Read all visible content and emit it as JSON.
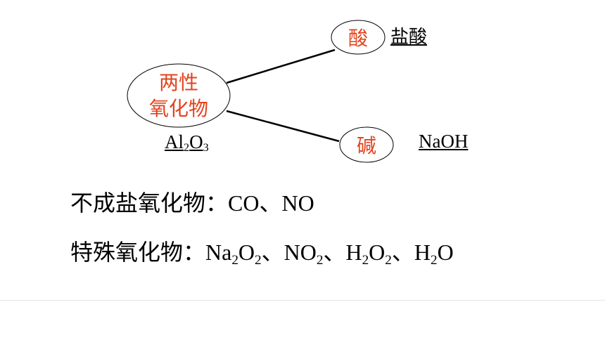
{
  "diagram": {
    "center": {
      "line1": "两性",
      "line2": "氧化物"
    },
    "acid": {
      "label": "酸",
      "example": "盐酸"
    },
    "base": {
      "label": "碱",
      "example": "NaOH"
    },
    "center_example": {
      "el1": "Al",
      "sub1": "2",
      "el2": "O",
      "sub2": "3"
    },
    "node_text_color": "#e2431d",
    "line_color": "#000000"
  },
  "notes": {
    "non_salt": {
      "label": "不成盐氧化物：",
      "items": "CO、NO"
    },
    "special": {
      "label": "特殊氧化物：",
      "f1": {
        "a": "Na",
        "a_sub": "2",
        "b": "O",
        "b_sub": "2"
      },
      "sep1": "、",
      "f2": {
        "a": "NO",
        "a_sub": "2"
      },
      "sep2": "、",
      "f3": {
        "a": "H",
        "a_sub": "2",
        "b": "O",
        "b_sub": "2"
      },
      "sep3": "、",
      "f4": {
        "a": "H",
        "a_sub": "2",
        "b": "O"
      }
    }
  }
}
